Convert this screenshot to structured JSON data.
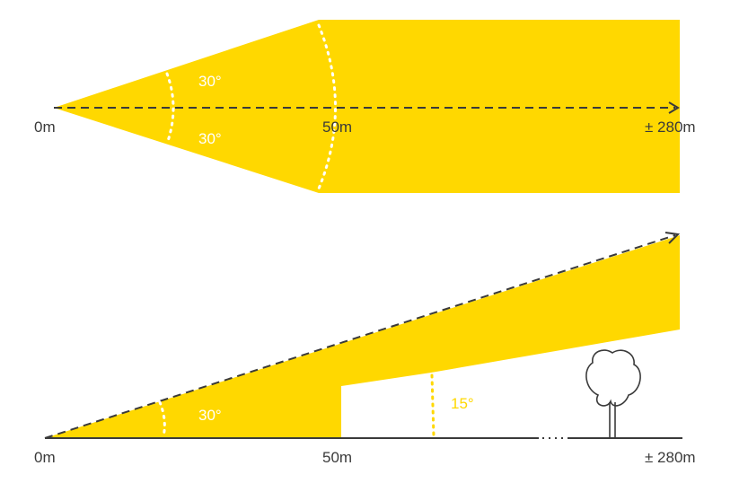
{
  "colors": {
    "fill": "#FFD800",
    "dashed_axis": "#3a3a3a",
    "arc_dots": "#ffffff",
    "accent_angle": "#FFD800",
    "ground": "#3a3a3a",
    "tree": "#3a3a3a"
  },
  "top_diagram": {
    "distance_labels": [
      "0m",
      "50m",
      "± 280m"
    ],
    "angle_upper": "30°",
    "angle_lower": "30°"
  },
  "bottom_diagram": {
    "distance_labels": [
      "0m",
      "50m",
      "± 280m"
    ],
    "angle_main": "30°",
    "angle_secondary": "15°",
    "icons": [
      "tree-icon"
    ]
  }
}
